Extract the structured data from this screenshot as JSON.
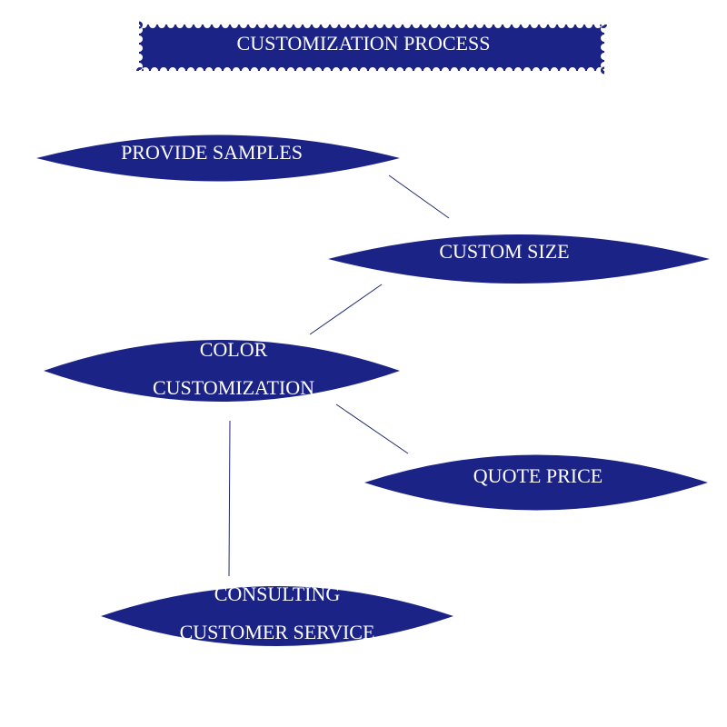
{
  "colors": {
    "node_fill": "#1c2387",
    "connector": "#1f2a6b",
    "text": "#ffffff",
    "background": "#ffffff"
  },
  "title": "CUSTOMIZATION PROCESS",
  "nodes": {
    "provide_samples": {
      "lines": [
        "PROVIDE SAMPLES"
      ]
    },
    "custom_size": {
      "lines": [
        "CUSTOM SIZE"
      ]
    },
    "color_customization": {
      "lines": [
        "COLOR",
        "CUSTOMIZATION"
      ]
    },
    "quote_price": {
      "lines": [
        "QUOTE PRICE"
      ]
    },
    "consulting_customer_service": {
      "lines": [
        "CONSULTING",
        "CUSTOMER SERVICE"
      ]
    }
  }
}
